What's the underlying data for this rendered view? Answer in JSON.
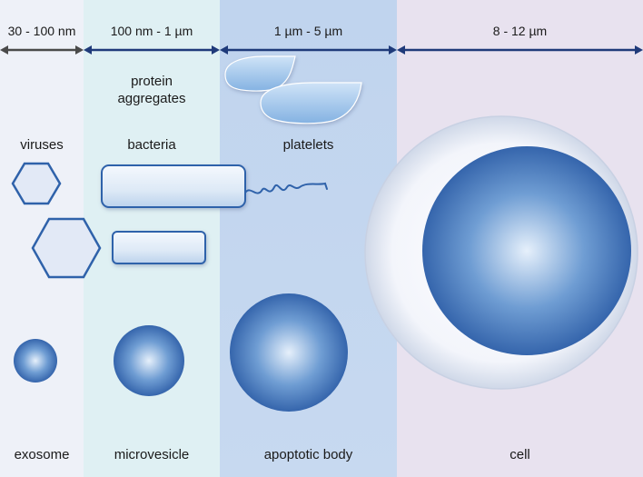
{
  "size_ranges": [
    "30 - 100 nm",
    "100 nm - 1 µm",
    "1 µm - 5 µm",
    "8 - 12 µm"
  ],
  "items": {
    "viruses": "viruses",
    "protein": "protein",
    "aggregates": "aggregates",
    "bacteria": "bacteria",
    "platelets": "platelets"
  },
  "vesicle_names": [
    "exosome",
    "microvesicle",
    "apoptotic body",
    "cell"
  ],
  "colors": {
    "band_exosome": "#eef1f8",
    "band_microvesicle": "#dff0f3",
    "band_apoptotic": "#c3d6ef",
    "band_cell": "#e8e2ef",
    "arrow_gray": "#4a4a4a",
    "arrow_navy": "#1f3a7a",
    "shape_blue": "#3f74b8"
  }
}
